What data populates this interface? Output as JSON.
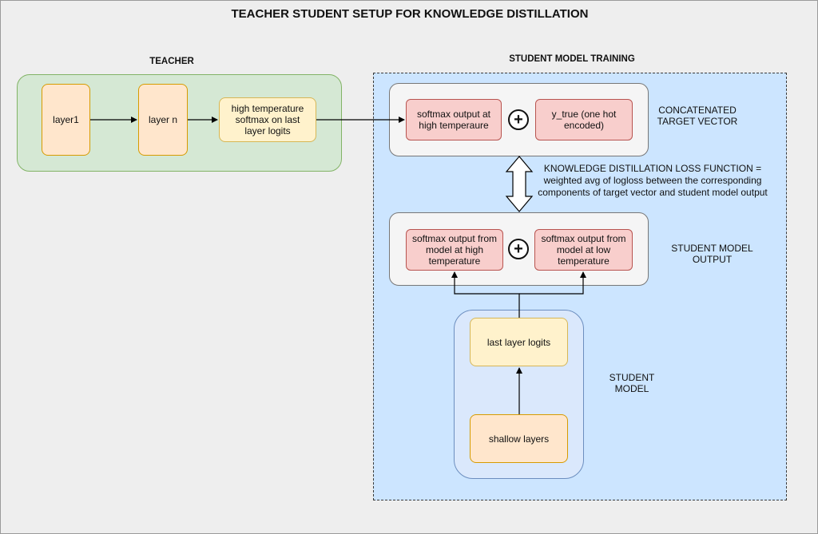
{
  "title": "TEACHER STUDENT SETUP FOR KNOWLEDGE DISTILLATION",
  "teacher": {
    "label": "TEACHER",
    "layer1": "layer1",
    "layer_n": "layer n",
    "softmax": "high temperature softmax on last layer logits"
  },
  "student_training": {
    "label": "STUDENT MODEL TRAINING",
    "target": {
      "softmax_high": "softmax output at high temperaure",
      "y_true": "y_true (one hot encoded)",
      "label": "CONCATENATED TARGET VECTOR"
    },
    "loss_label": "KNOWLEDGE DISTILLATION LOSS FUNCTION = weighted avg of logloss between the corresponding components of target vector and student model output",
    "output": {
      "softmax_high": "softmax output from model at high temperature",
      "softmax_low": "softmax output from model at low temperature",
      "label": "STUDENT MODEL OUTPUT"
    },
    "model": {
      "last_layer": "last layer logits",
      "shallow": "shallow layers",
      "label": "STUDENT MODEL"
    }
  },
  "plus_symbol": "+",
  "colors": {
    "teacher_region": "#d5e8d4",
    "student_region": "#cce5ff",
    "orange_node": "#ffe6cc",
    "yellow_node": "#fff2cc",
    "red_node": "#f8cecc",
    "student_model_box": "#dae8fc"
  }
}
